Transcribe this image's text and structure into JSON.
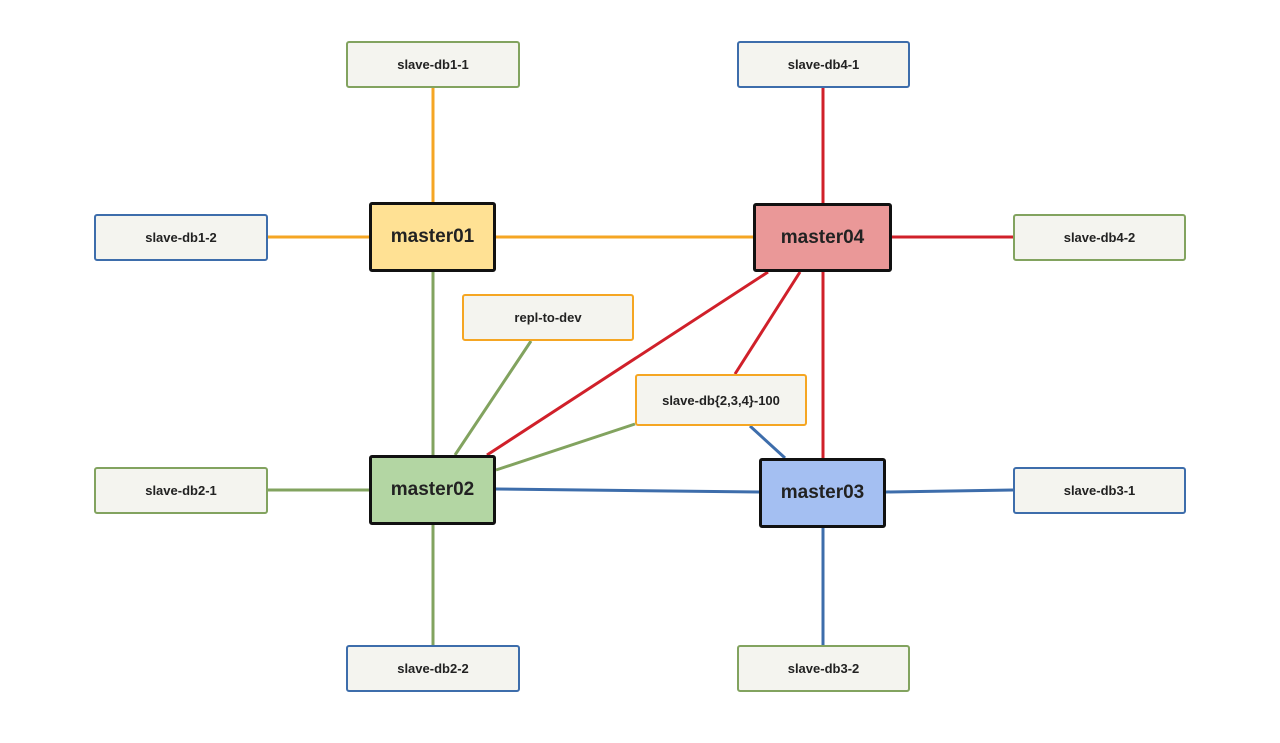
{
  "colors": {
    "orange": "#f5a623",
    "red": "#d0202a",
    "green": "#82a35f",
    "blue": "#3d6dab",
    "master01_fill": "#ffe194",
    "master02_fill": "#b3d6a3",
    "master03_fill": "#a4bff2",
    "master04_fill": "#ea9898",
    "slave_fill": "#f4f4ef"
  },
  "nodes": {
    "master01": {
      "label": "master01",
      "border": "#111111",
      "fill": "#ffe194"
    },
    "master02": {
      "label": "master02",
      "border": "#111111",
      "fill": "#b3d6a3"
    },
    "master03": {
      "label": "master03",
      "border": "#111111",
      "fill": "#a4bff2"
    },
    "master04": {
      "label": "master04",
      "border": "#111111",
      "fill": "#ea9898"
    },
    "slave_db1_1": {
      "label": "slave-db1-1",
      "border": "#82a35f"
    },
    "slave_db1_2": {
      "label": "slave-db1-2",
      "border": "#3d6dab"
    },
    "slave_db2_1": {
      "label": "slave-db2-1",
      "border": "#82a35f"
    },
    "slave_db2_2": {
      "label": "slave-db2-2",
      "border": "#3d6dab"
    },
    "slave_db3_1": {
      "label": "slave-db3-1",
      "border": "#3d6dab"
    },
    "slave_db3_2": {
      "label": "slave-db3-2",
      "border": "#82a35f"
    },
    "slave_db4_1": {
      "label": "slave-db4-1",
      "border": "#3d6dab"
    },
    "slave_db4_2": {
      "label": "slave-db4-2",
      "border": "#82a35f"
    },
    "repl_to_dev": {
      "label": "repl-to-dev",
      "border": "#f5a623"
    },
    "slave_db_100": {
      "label": "slave-db{2,3,4}-100",
      "border": "#f5a623"
    }
  },
  "edges": [
    {
      "from": "master01",
      "to": "slave_db1_1",
      "color": "orange"
    },
    {
      "from": "master01",
      "to": "slave_db1_2",
      "color": "orange"
    },
    {
      "from": "master01",
      "to": "master04",
      "color": "orange"
    },
    {
      "from": "master04",
      "to": "slave_db4_1",
      "color": "red"
    },
    {
      "from": "master04",
      "to": "slave_db4_2",
      "color": "red"
    },
    {
      "from": "master04",
      "to": "master03",
      "color": "red"
    },
    {
      "from": "master04",
      "to": "master02",
      "color": "red"
    },
    {
      "from": "master04",
      "to": "slave_db_100",
      "color": "red"
    },
    {
      "from": "master02",
      "to": "master01",
      "color": "green"
    },
    {
      "from": "master02",
      "to": "slave_db2_1",
      "color": "green"
    },
    {
      "from": "master02",
      "to": "slave_db2_2",
      "color": "green"
    },
    {
      "from": "master02",
      "to": "repl_to_dev",
      "color": "green"
    },
    {
      "from": "master02",
      "to": "slave_db_100",
      "color": "green"
    },
    {
      "from": "master02",
      "to": "master03",
      "color": "blue"
    },
    {
      "from": "master03",
      "to": "slave_db3_1",
      "color": "blue"
    },
    {
      "from": "master03",
      "to": "slave_db3_2",
      "color": "blue"
    },
    {
      "from": "master03",
      "to": "slave_db_100",
      "color": "blue"
    }
  ]
}
